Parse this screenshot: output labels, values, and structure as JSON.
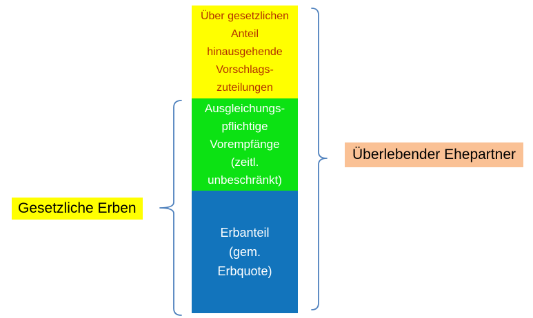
{
  "colors": {
    "yellow_box": "#FFFF00",
    "yellow_box_text": "#B23000",
    "green_box": "#0CE213",
    "blue_box": "#1274BC",
    "box_light_text": "#FFFFFF",
    "left_label_bg": "#FFFF00",
    "right_label_bg": "#FAC195",
    "label_text": "#000000",
    "brace": "#4F81BD",
    "background": "#FFFFFF"
  },
  "stack": {
    "boxes": [
      {
        "id": "vorschlagszuteilungen",
        "text": "Über gesetzlichen\nAnteil\nhinausgehende\nVorschlags-\nzuteilungen"
      },
      {
        "id": "vorempfaenge",
        "text": "Ausgleichungs-\npflichtige\nVorempfänge\n(zeitl.\nunbeschränkt)"
      },
      {
        "id": "erbanteil",
        "text": "Erbanteil\n(gem.\nErbquote)"
      }
    ]
  },
  "labels": {
    "left": "Gesetzliche Erben",
    "right": "Überlebender Ehepartner"
  }
}
